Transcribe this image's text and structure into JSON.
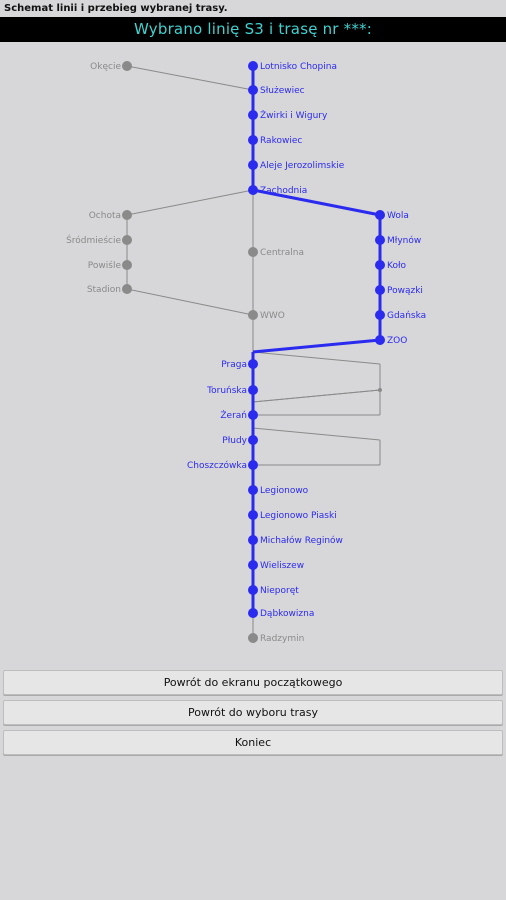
{
  "window": {
    "title": "Schemat linii i przebieg wybranej trasy."
  },
  "header": {
    "title": "Wybrano linię S3 i trasę nr  ***:"
  },
  "colors": {
    "active": "#2b2bf0",
    "inactive": "#8a8a8a",
    "header_bg": "#000000",
    "header_text": "#3fd2d0"
  },
  "stations": {
    "lotnisko": "Lotnisko Chopina",
    "sluzewiec": "Służewiec",
    "zwirki": "Żwirki i Wigury",
    "rakowiec": "Rakowiec",
    "aleje": "Aleje Jerozolimskie",
    "zachodnia": "Zachodnia",
    "okecie": "Okęcie",
    "ochota": "Ochota",
    "srodmiescie": "Śródmieście",
    "powisle": "Powiśle",
    "stadion": "Stadion",
    "centralna": "Centralna",
    "wwo": "WWO",
    "wola": "Wola",
    "mlynow": "Młynów",
    "kolo": "Koło",
    "powazki": "Powązki",
    "gdanska": "Gdańska",
    "zoo": "ZOO",
    "praga": "Praga",
    "torunska": "Toruńska",
    "zeran": "Żerań",
    "pludy": "Płudy",
    "choszczowka": "Choszczówka",
    "legionowo": "Legionowo",
    "legionowo_piaski": "Legionowo Piaski",
    "michalow": "Michałów Reginów",
    "wieliszew": "Wieliszew",
    "nieporet": "Nieporęt",
    "dabkowizna": "Dąbkowizna",
    "radzymin": "Radzymin"
  },
  "buttons": {
    "home": "Powrót do ekranu początkowego",
    "route": "Powrót do wyboru trasy",
    "end": "Koniec"
  }
}
